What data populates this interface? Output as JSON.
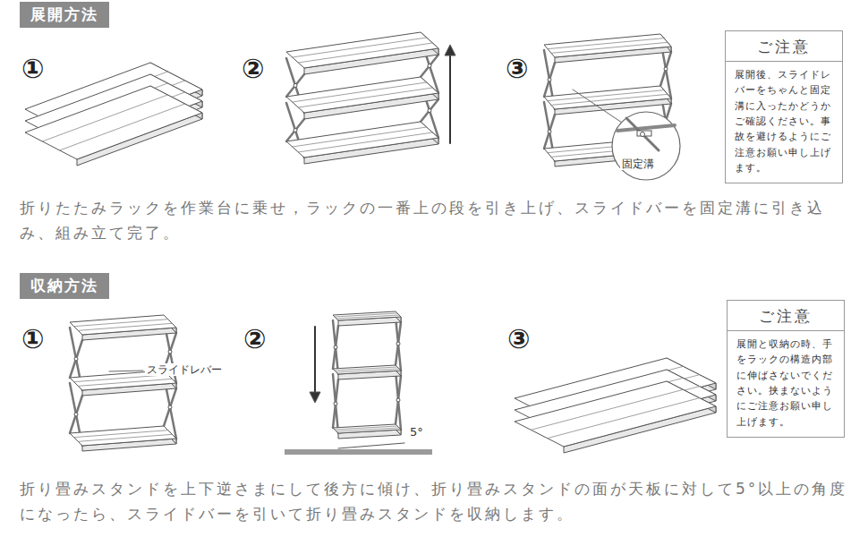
{
  "diagram": {
    "nodes": [
      {
        "text": [
          "展開方法"
        ]
      },
      {
        "text": [
          "ご注意",
          "展開後、スライドレバーをちゃんと固定溝に入ったかどうかご確認ください。事故を避けるようにご注意お願い申し上げます。"
        ]
      },
      {
        "text": [
          "収納方法"
        ]
      },
      {
        "text": [
          "ご注意",
          "展開と収納の時、手をラックの構造内部に伸ばさないでください。挟まないようにご注意お願い申し上げます。"
        ]
      }
    ],
    "labels": [
      "①",
      "②",
      "③",
      "固定溝",
      "折りたたみラックを作業台に乗せ，ラックの一番上の段を引き上げ、スライドバーを固定溝に引き込み、組み立て完了。",
      "①",
      "②",
      "③",
      "スライドレバー",
      "5°",
      "折り畳みスタンドを上下逆さまにして後方に傾け、折り畳みスタンドの面が天板に対して5°以上の角度になったら、スライドバーを引いて折り畳みスタンドを収納します。"
    ]
  }
}
